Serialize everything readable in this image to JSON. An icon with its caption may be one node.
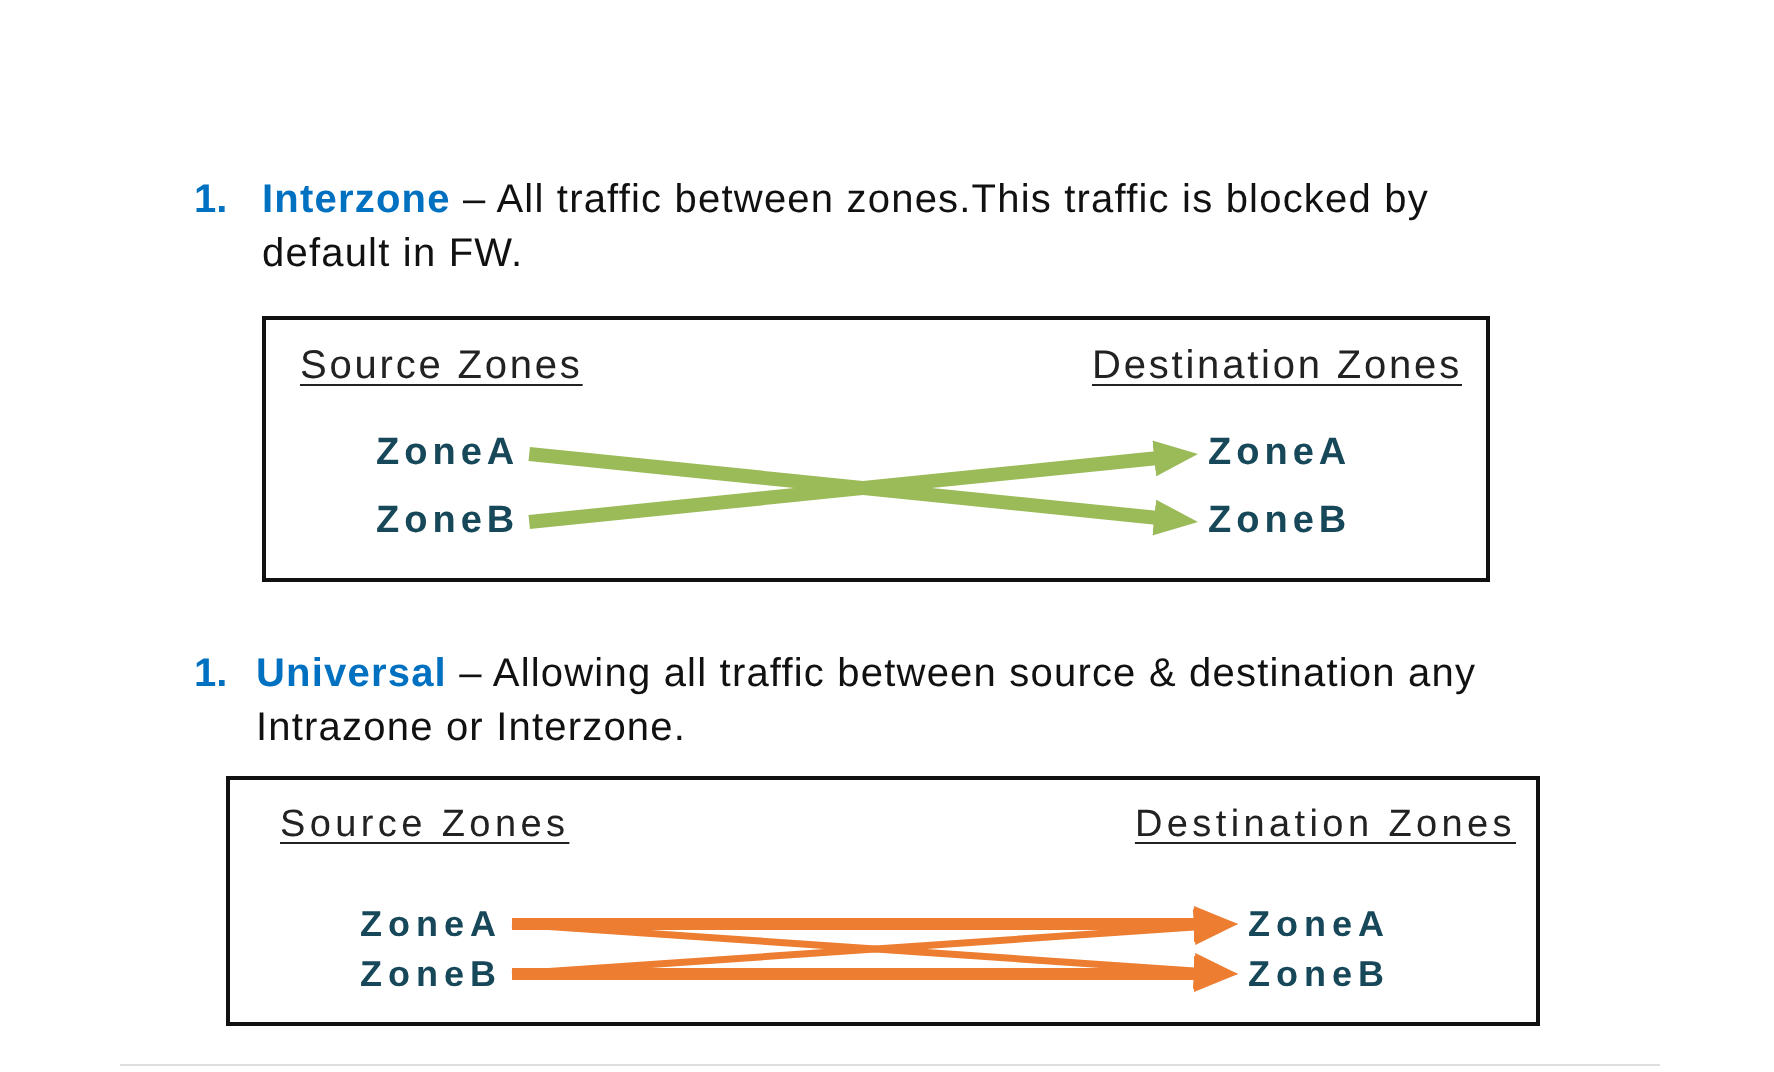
{
  "diagram": {
    "nodes": [
      {
        "text": [
          "Source Zones",
          "Destination Zones"
        ]
      },
      {
        "text": [
          "ZoneA"
        ],
        "in": 0
      },
      {
        "text": [
          "ZoneB"
        ],
        "in": 0
      },
      {
        "text": [
          "ZoneA"
        ],
        "in": 0
      },
      {
        "text": [
          "ZoneB"
        ],
        "in": 0
      },
      {
        "text": [
          "Source Zones",
          "Destination Zones"
        ]
      },
      {
        "text": [
          "ZoneA"
        ],
        "in": 5
      },
      {
        "text": [
          "ZoneB"
        ],
        "in": 5
      },
      {
        "text": [
          "ZoneA"
        ],
        "in": 5
      },
      {
        "text": [
          "ZoneB"
        ],
        "in": 5
      }
    ],
    "edges": [
      {
        "from": 1,
        "to": 4,
        "arrow": "to",
        "color": "#9bbb59"
      },
      {
        "from": 2,
        "to": 3,
        "arrow": "to",
        "color": "#9bbb59"
      },
      {
        "from": 6,
        "to": 8,
        "arrow": "to"
      },
      {
        "from": 6,
        "to": 9,
        "arrow": "to"
      },
      {
        "from": 7,
        "to": 8,
        "arrow": "to"
      },
      {
        "from": 7,
        "to": 9,
        "arrow": "to"
      }
    ],
    "labels": [
      "1.",
      "**Interzone** – All traffic between zones.This traffic is blocked by default in FW.",
      "1.",
      "**Universal** – Allowing all traffic between source & destination any Intrazone or Interzone."
    ]
  }
}
